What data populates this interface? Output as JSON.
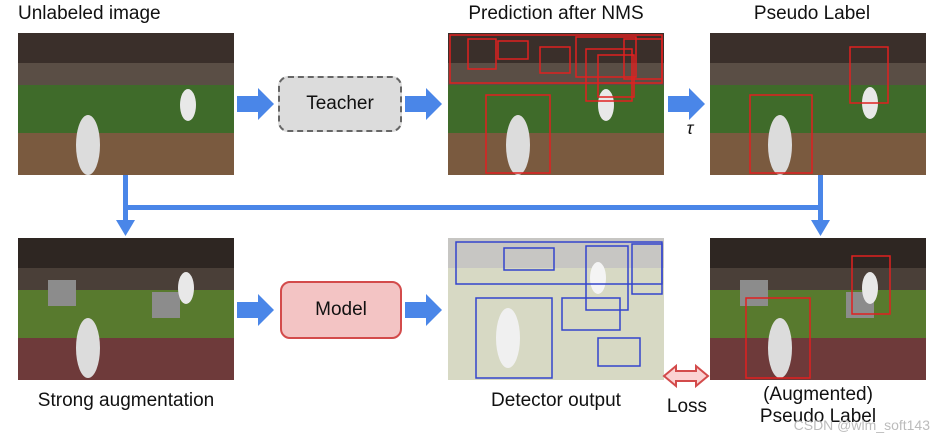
{
  "labels": {
    "unlabeled": "Unlabeled image",
    "prediction": "Prediction after NMS",
    "pseudo": "Pseudo Label",
    "strong": "Strong augmentation",
    "detector": "Detector output",
    "augmented_line1": "(Augmented)",
    "augmented_line2": "Pseudo Label",
    "tau": "τ",
    "loss": "Loss"
  },
  "modules": {
    "teacher": "Teacher",
    "model": "Model"
  },
  "watermark": "CSDN @wlm_soft143",
  "colors": {
    "arrow_blue": "#4a86e8",
    "pred_red": "#e02020",
    "det_blue": "#3344cc",
    "teacher_fill": "#dcdcdc",
    "model_fill": "#f3c4c4",
    "model_border": "#d34b4b",
    "loss_fill": "#fbd2d2",
    "loss_border": "#d34b4b"
  }
}
